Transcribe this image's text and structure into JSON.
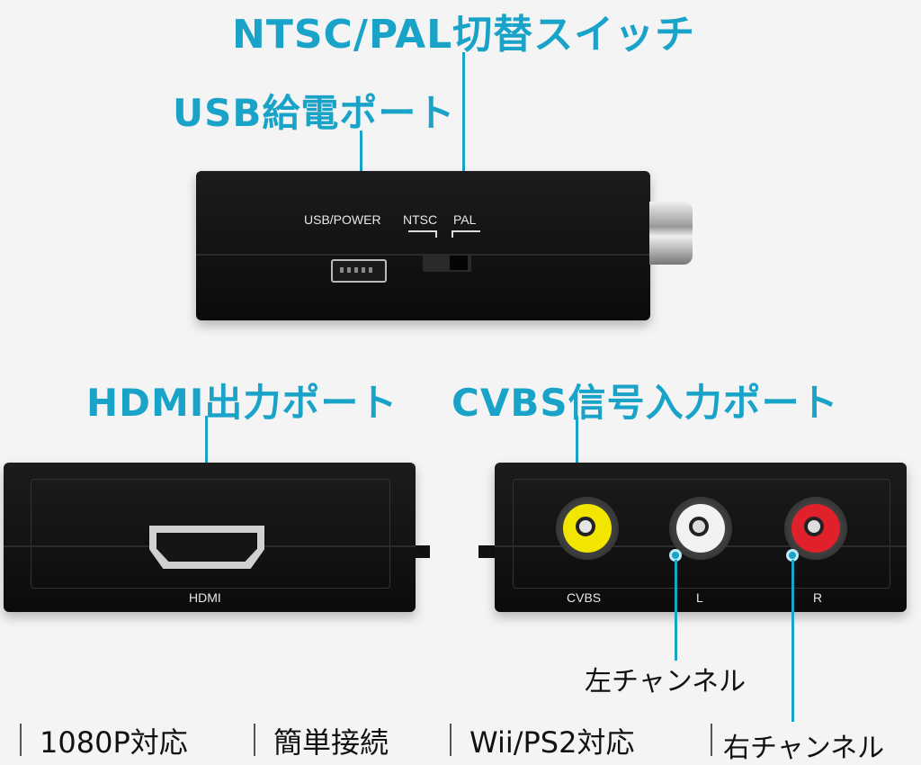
{
  "callouts": {
    "ntsc_pal_switch": "NTSC/PAL切替スイッチ",
    "usb_power_port": "USB給電ポート",
    "hdmi_output_port": "HDMI出力ポート",
    "cvbs_input_port": "CVBS信号入力ポート",
    "left_channel": "左チャンネル",
    "right_channel": "右チャンネル"
  },
  "device_labels": {
    "usb_power": "USB/POWER",
    "ntsc": "NTSC",
    "pal": "PAL",
    "hdmi": "HDMI",
    "cvbs": "CVBS",
    "l": "L",
    "r": "R"
  },
  "features": [
    "1080P対応",
    "簡単接続",
    "Wii/PS2対応"
  ],
  "colors": {
    "accent": "#1aa3c8",
    "rca_yellow": "#f2e600",
    "rca_white": "#f2f2f2",
    "rca_red": "#e0202a"
  }
}
